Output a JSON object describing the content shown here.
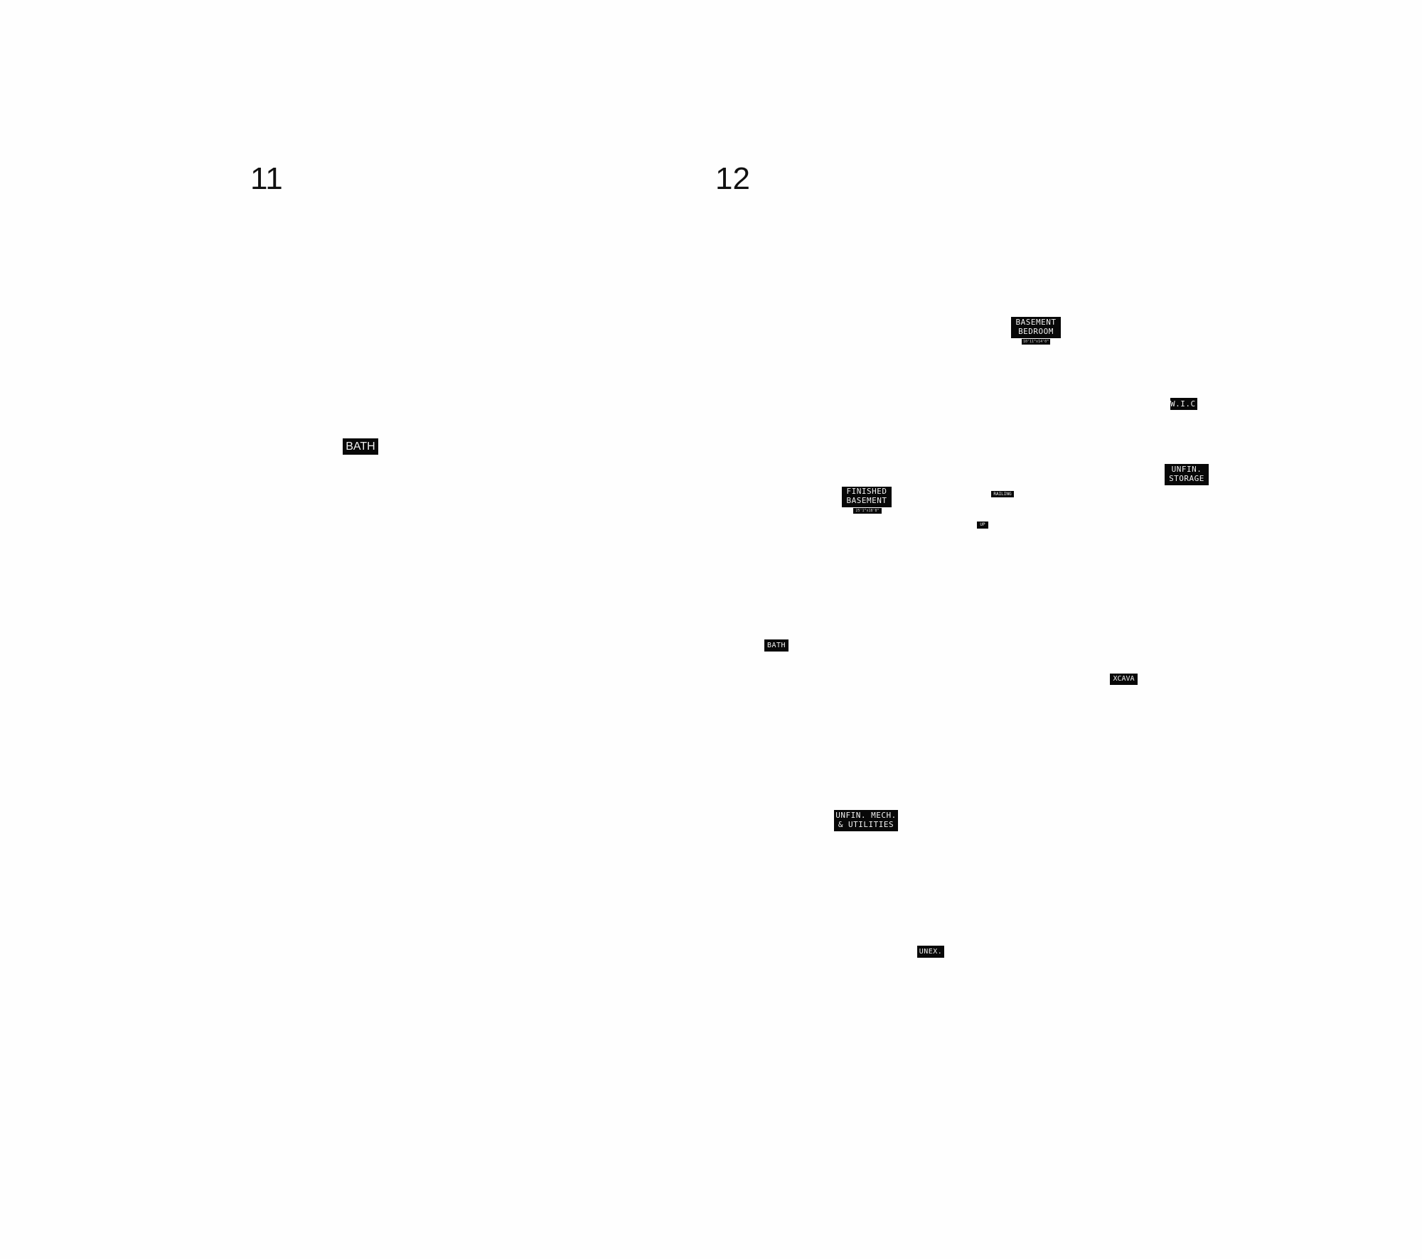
{
  "pages": {
    "left_number": "11",
    "right_number": "12"
  },
  "plan_left": {
    "bath_label": "BATH"
  },
  "plan_right": {
    "basement_bedroom": {
      "line1": "BASEMENT",
      "line2": "BEDROOM",
      "dimensions": "10'11\"x14'0\""
    },
    "wic": "W.I.C.",
    "unfin_storage": {
      "line1": "UNFIN.",
      "line2": "STORAGE"
    },
    "finished_basement": {
      "line1": "FINISHED",
      "line2": "BASEMENT",
      "dimensions": "25'1\"x18'8\""
    },
    "railing": "RAILING",
    "up": "UP",
    "bath": "BATH",
    "excava": "XCAVA",
    "unfin_mech": {
      "line1": "UNFIN. MECH.",
      "line2": "& UTILITIES"
    },
    "unex": "UNEX."
  }
}
